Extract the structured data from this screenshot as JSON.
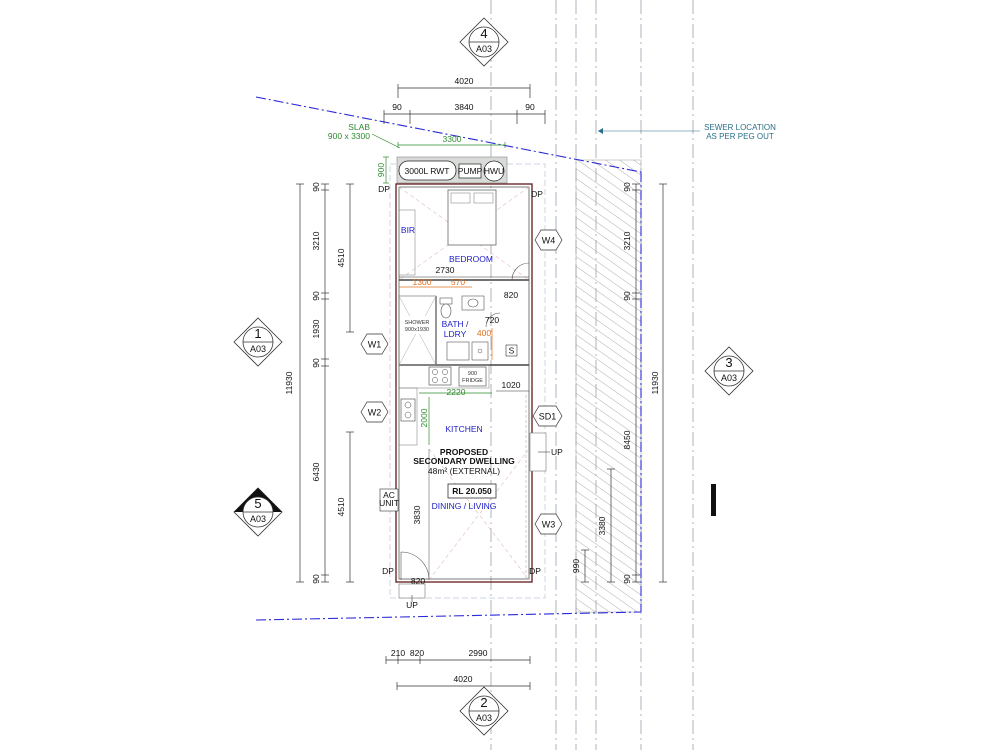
{
  "top_dims": {
    "overall": "4020",
    "left_inset": "90",
    "middle": "3840",
    "right_inset": "90"
  },
  "slab": {
    "label": "SLAB",
    "size": "900 x 3300",
    "width": "3300",
    "depth": "900"
  },
  "equipment": {
    "tank": "3000L RWT",
    "pump": "PUMP",
    "hwu": "HWU"
  },
  "sewer_note": {
    "line1": "SEWER LOCATION",
    "line2": "AS PER PEG OUT"
  },
  "section_markers": [
    {
      "num": "4",
      "ref": "A03"
    },
    {
      "num": "1",
      "ref": "A03"
    },
    {
      "num": "3",
      "ref": "A03"
    },
    {
      "num": "5",
      "ref": "A03"
    },
    {
      "num": "2",
      "ref": "A03"
    }
  ],
  "rooms": {
    "bir": "BIR",
    "bedroom": "BEDROOM",
    "bath_line1": "BATH /",
    "bath_line2": "LDRY",
    "shower_line1": "SHOWER",
    "shower_line2": "900x1930",
    "fridge_line1": "900",
    "fridge_line2": "FRIDGE",
    "kitchen": "KITCHEN",
    "dining": "DINING / LIVING",
    "ac_line1": "AC",
    "ac_line2": "UNIT"
  },
  "dwelling": {
    "line1": "PROPOSED",
    "line2": "SECONDARY DWELLING",
    "line3": "48m² (EXTERNAL)",
    "rl": "RL 20.050"
  },
  "tags": {
    "w1": "W1",
    "w2": "W2",
    "w3": "W3",
    "w4": "W4",
    "sd1": "SD1",
    "dp": "DP",
    "up": "UP",
    "s": "S"
  },
  "internal_dims": {
    "bed_width": "2730",
    "d1300": "1300",
    "d570": "570",
    "d820a": "820",
    "d720": "720",
    "d400": "400",
    "d2220": "2220",
    "d1020": "1020",
    "d2000": "2000",
    "d3830": "3830",
    "d820b": "820"
  },
  "left_dims": {
    "overall": "11930",
    "a1": "90",
    "a2": "3210",
    "a3": "90",
    "a4": "1930",
    "a5": "90",
    "a6": "6430",
    "a7": "90",
    "b1": "4510",
    "b2": "4510"
  },
  "right_dims": {
    "overall": "11930",
    "r1": "90",
    "r2": "3210",
    "r3": "90",
    "r4": "90",
    "d8450": "8450",
    "d3380": "3380",
    "d990": "990"
  },
  "bottom_dims": {
    "d210": "210",
    "d820": "820",
    "d2990": "2990",
    "overall": "4020"
  }
}
